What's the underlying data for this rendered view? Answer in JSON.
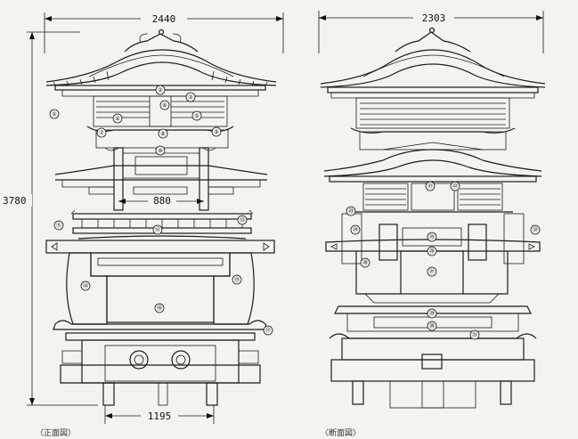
{
  "figure": {
    "left_view": {
      "dimensions": {
        "top_width": "2440",
        "height": "3780",
        "inner_width": "880",
        "base_width": "1195"
      },
      "caption": "（正面図）",
      "callouts": [
        {
          "id": "c1",
          "label": "①"
        },
        {
          "id": "c2",
          "label": "②"
        },
        {
          "id": "c3",
          "label": "③"
        },
        {
          "id": "c4",
          "label": "④"
        },
        {
          "id": "c5",
          "label": "⑤"
        },
        {
          "id": "c6",
          "label": "⑥"
        },
        {
          "id": "c7",
          "label": "⑦"
        },
        {
          "id": "c8",
          "label": "⑧"
        },
        {
          "id": "c9",
          "label": "⑨"
        },
        {
          "id": "c10",
          "label": "⑩"
        },
        {
          "id": "c11",
          "label": "⑪"
        },
        {
          "id": "c12",
          "label": "⑫"
        },
        {
          "id": "c13",
          "label": "⑬"
        },
        {
          "id": "c14",
          "label": "⑭"
        },
        {
          "id": "c15",
          "label": "⑮"
        },
        {
          "id": "c16",
          "label": "⑯"
        },
        {
          "id": "c17",
          "label": "⑰"
        }
      ]
    },
    "right_view": {
      "dimensions": {
        "top_width": "2303"
      },
      "caption": "〈断面図〉",
      "callouts": [
        {
          "id": "r1",
          "label": "㉑"
        },
        {
          "id": "r2",
          "label": "㉒"
        },
        {
          "id": "r3",
          "label": "㉓"
        },
        {
          "id": "r4",
          "label": "㉔"
        },
        {
          "id": "r5",
          "label": "㉕"
        },
        {
          "id": "r6",
          "label": "㉖"
        },
        {
          "id": "r7",
          "label": "㉗"
        },
        {
          "id": "r8",
          "label": "㉘"
        },
        {
          "id": "r9",
          "label": "㉙"
        },
        {
          "id": "r10",
          "label": "㉚"
        },
        {
          "id": "r11",
          "label": "㉛"
        },
        {
          "id": "r12",
          "label": "㉜"
        }
      ]
    }
  }
}
